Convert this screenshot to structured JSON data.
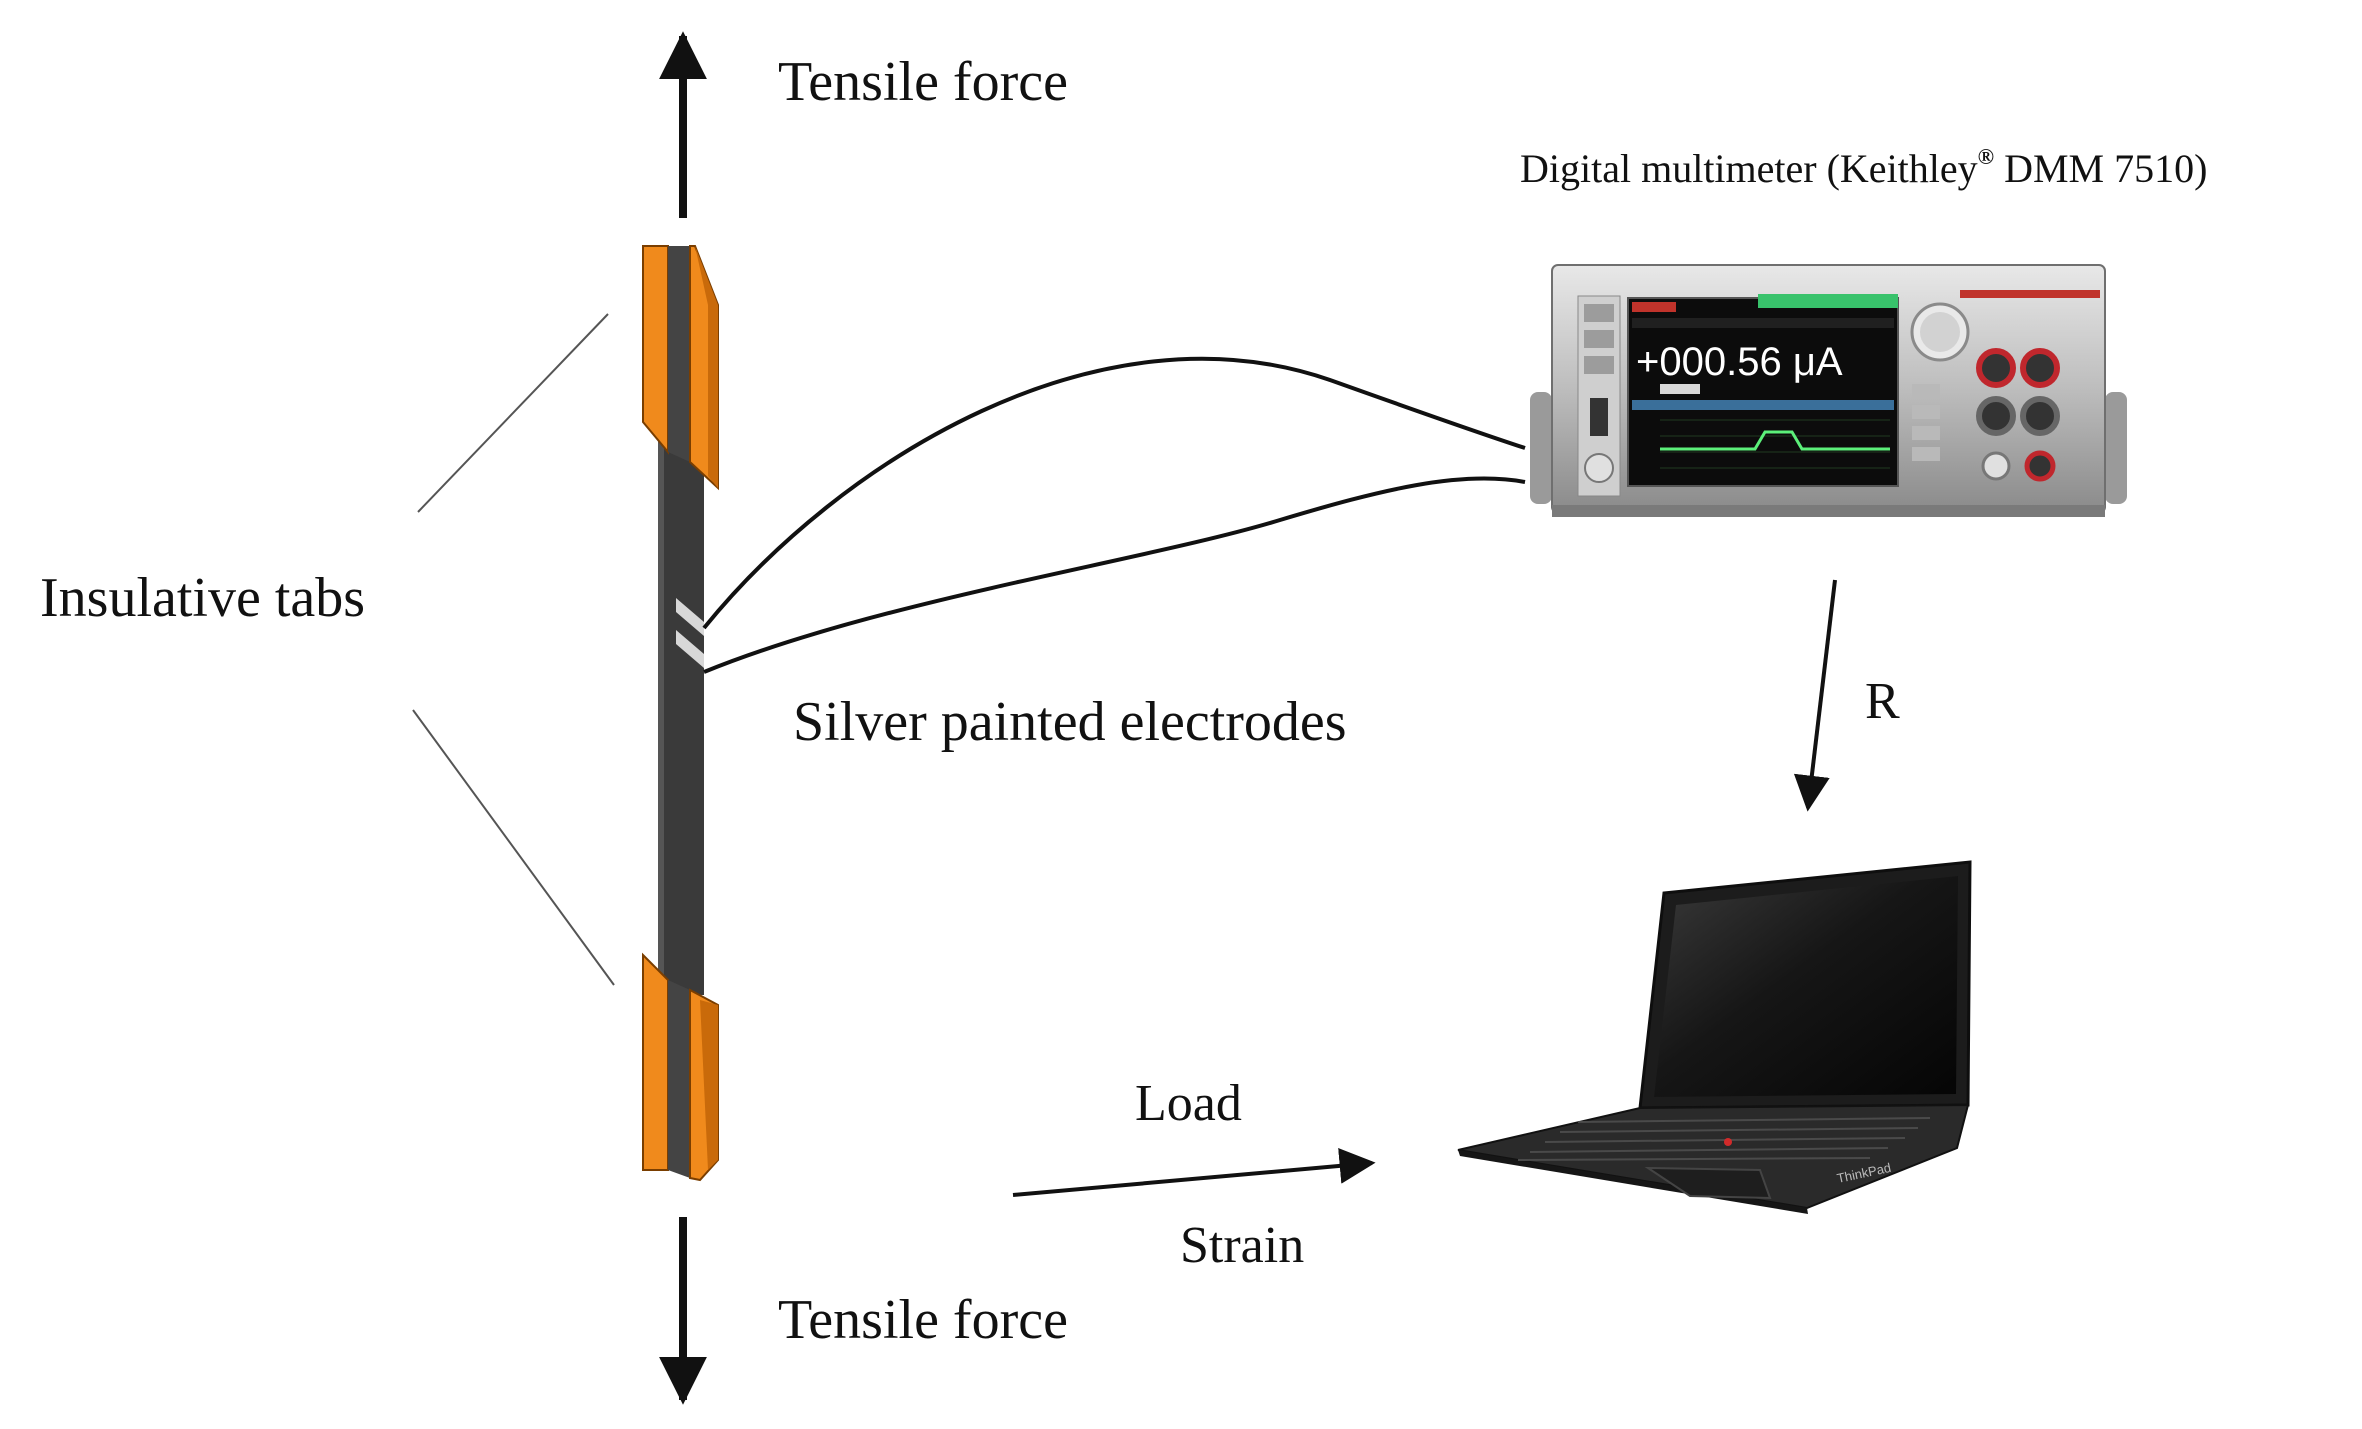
{
  "labels": {
    "tensile_top": "Tensile force",
    "tensile_bottom": "Tensile force",
    "insulative_tabs": "Insulative tabs",
    "silver_electrodes": "Silver painted electrodes",
    "dmm_title_pre": "Digital multimeter (Keithley",
    "dmm_title_sup": "®",
    "dmm_title_post": " DMM 7510)",
    "resistance": "R",
    "load": "Load",
    "strain": "Strain"
  },
  "multimeter": {
    "reading": "+000.56 μA"
  },
  "laptop": {
    "brand": "ThinkPad"
  },
  "colors": {
    "tab_orange": "#f08a1c",
    "tab_orange_dark": "#c96a0a",
    "specimen": "#3a3a3a",
    "screen_green": "#5cf07a",
    "background": "#ffffff"
  }
}
